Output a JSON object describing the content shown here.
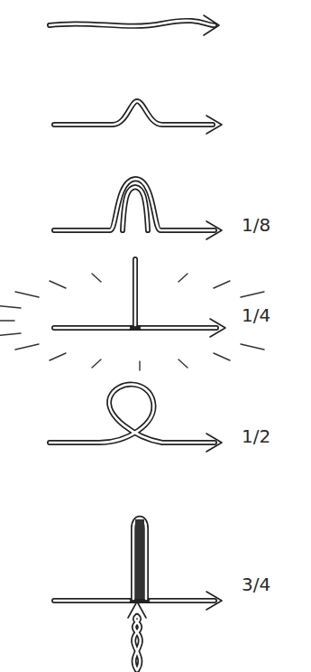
{
  "diagram": {
    "labels": [
      "1/8",
      "1/4",
      "1/2",
      "3/4"
    ]
  }
}
